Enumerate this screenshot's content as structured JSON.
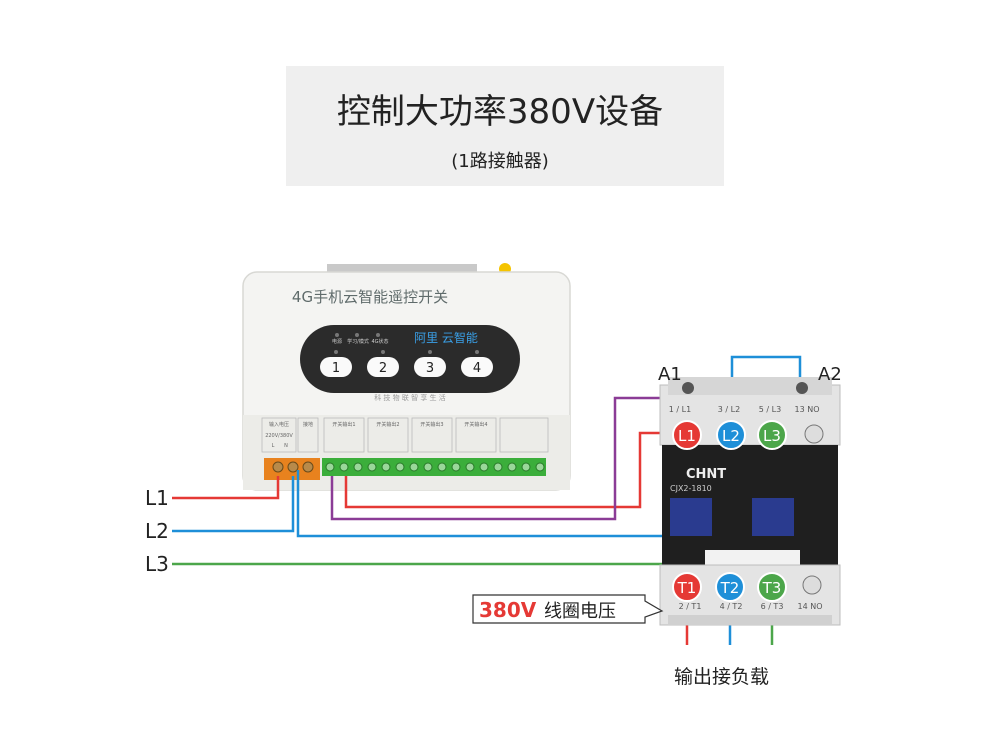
{
  "header": {
    "title": "控制大功率380V设备",
    "subtitle": "(1路接触器)"
  },
  "controller": {
    "brand_line": "4G手机云智能遥控开关",
    "platform": "阿里 云智能",
    "leds": [
      "电源",
      "学习/模式",
      "4G状态"
    ],
    "buttons": [
      "1",
      "2",
      "3",
      "4"
    ],
    "slogan": "科 技 物 联   智 享 生 活",
    "terminal_labels": [
      "输入电压",
      "接地",
      "开关输出1",
      "开关输出2",
      "开关输出3",
      "开关输出4"
    ],
    "voltage_label": "220V/380V",
    "ln_labels": [
      "L",
      "N"
    ]
  },
  "lines": {
    "l1": "L1",
    "l2": "L2",
    "l3": "L3"
  },
  "contactor": {
    "coil_a1": "A1",
    "coil_a2": "A2",
    "brand": "CHNT",
    "model": "CJX2-1810",
    "top_terminals": [
      "1 / L1",
      "3 / L2",
      "5 / L3",
      "13 NO"
    ],
    "top_badges": [
      "L1",
      "L2",
      "L3"
    ],
    "bottom_terminals": [
      "2 / T1",
      "4 / T2",
      "6 / T3",
      "14 NO"
    ],
    "bottom_badges": [
      "T1",
      "T2",
      "T3"
    ]
  },
  "callouts": {
    "coil_voltage_value": "380V",
    "coil_voltage_text": "线圈电压",
    "output_load": "输出接负载"
  },
  "colors": {
    "red": "#e53935",
    "blue": "#1e8fd8",
    "green": "#4ca64a",
    "purple": "#8b3c96"
  }
}
